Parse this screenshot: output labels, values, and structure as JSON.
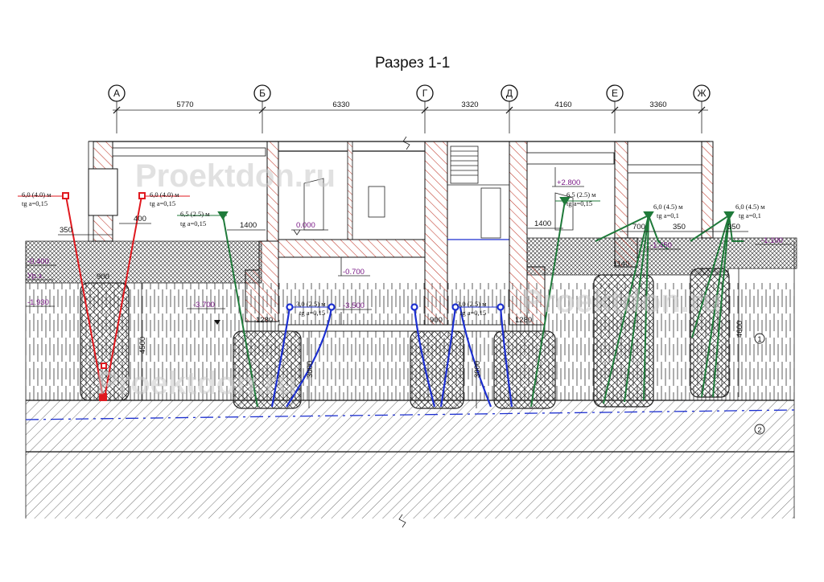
{
  "title": "Разрез 1-1",
  "axes": [
    "А",
    "Б",
    "Г",
    "Д",
    "Е",
    "Ж"
  ],
  "spans": [
    "5770",
    "6330",
    "3320",
    "4160",
    "3360"
  ],
  "levels": {
    "l000": "0.000",
    "l0700": "-0.700",
    "l3500": "-3.500",
    "l3700": "-3.700",
    "l0400": "-0.400",
    "ground_water": "Ур.з.",
    "l1930": "-1.930",
    "l2800": "+2.800",
    "l1450": "-1.450",
    "l1100": "-1.100"
  },
  "dims": {
    "d350a": "350",
    "d400": "400",
    "d1400a": "1400",
    "d900a": "900",
    "d1280a": "1280",
    "d900b": "900",
    "d1280b": "1280",
    "d1400b": "1400",
    "d700": "700",
    "d350b": "350",
    "d350c": "350",
    "d1140": "1140",
    "d4500": "4500",
    "d3000a": "3000",
    "d3000b": "3000",
    "d4600": "4600"
  },
  "anchors": {
    "a1": {
      "length": "6,0 (4.0) м",
      "tg": "tg a=0,15"
    },
    "a2": {
      "length": "6,0 (4.0) м",
      "tg": "tg a=0,15"
    },
    "a3": {
      "length": "6,5 (2.5) м",
      "tg": "tg a=0,15"
    },
    "a4": {
      "length": "3,0 (2.5) м",
      "tg": "tg a=0,15"
    },
    "a5": {
      "length": "3,0 (2.5) м",
      "tg": "tg a=0,15"
    },
    "a6": {
      "length": "6,5 (2.5) м",
      "tg": "tg a=0,15"
    },
    "a7": {
      "length": "6,0 (4.5) м",
      "tg": "tg a=0,1"
    },
    "a8": {
      "length": "6,0 (4.5) м",
      "tg": "tg a=0,1"
    }
  },
  "soil_layers": [
    "1",
    "2"
  ],
  "watermark": "Proektdon.ru",
  "colors": {
    "red": "#e0191f",
    "blue": "#1c2fd0",
    "green": "#1f7a3a",
    "purple": "#7a1a86",
    "hatch": "#c0392b"
  }
}
